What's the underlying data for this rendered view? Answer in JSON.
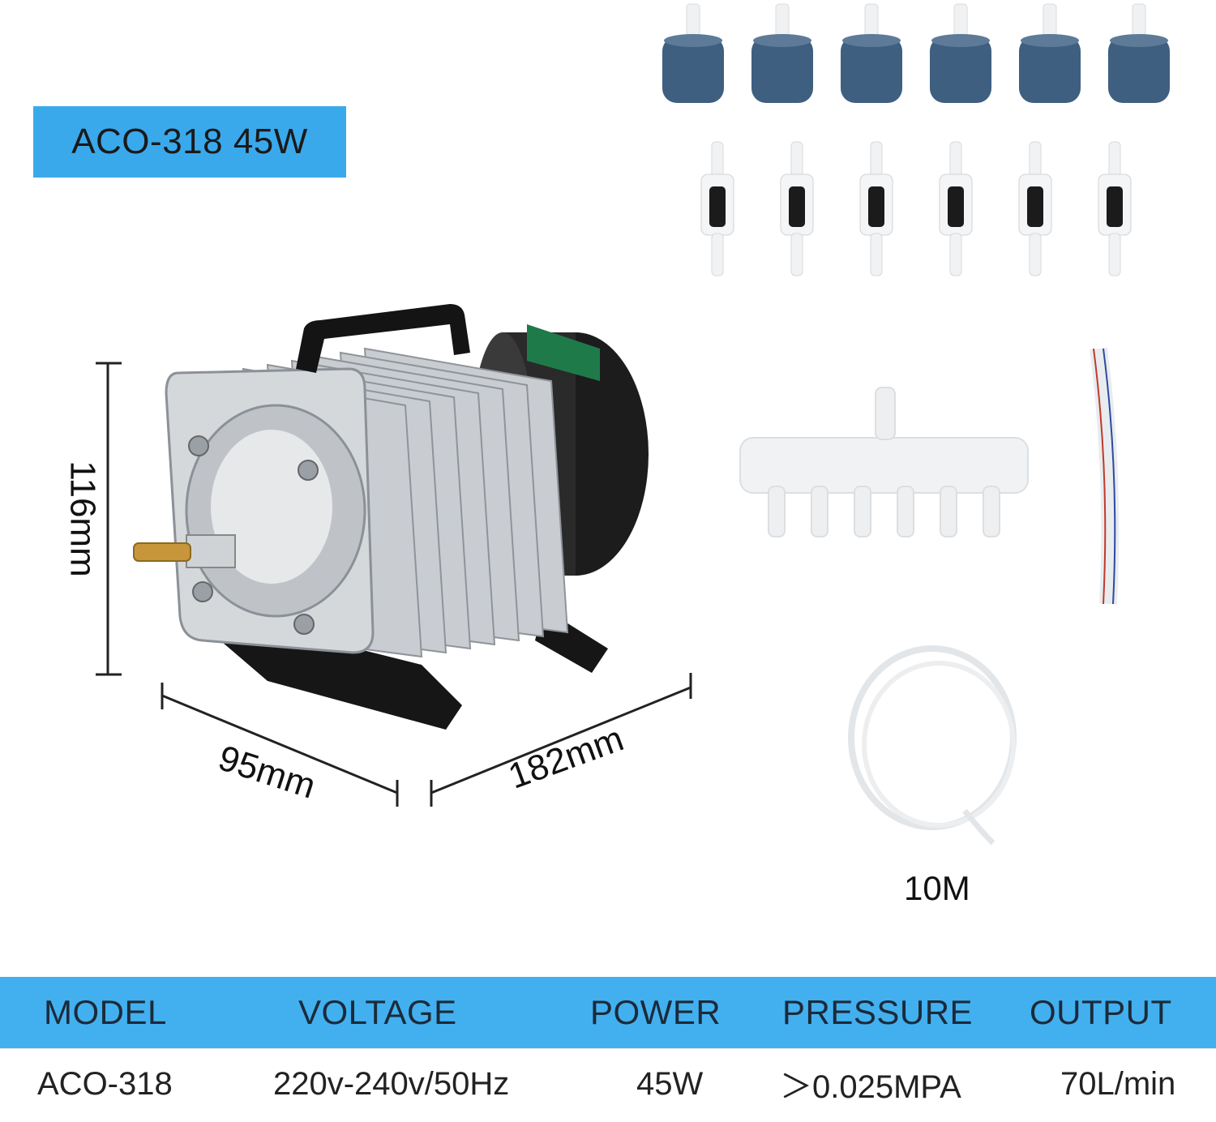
{
  "model_badge": "ACO-318 45W",
  "dimensions": {
    "height": "116mm",
    "depth": "95mm",
    "width": "182mm"
  },
  "tube_length": "10M",
  "spec_table": {
    "headers": [
      "MODEL",
      "VOLTAGE",
      "POWER",
      "PRESSURE",
      "OUTPUT"
    ],
    "values": [
      "ACO-318",
      "220v-240v/50Hz",
      "45W",
      "＞0.025MPA",
      "70L/min"
    ]
  },
  "colors": {
    "accent_blue": "#3aa9ec",
    "air_stone": "#3e5f80"
  },
  "accessories": {
    "air_stones": 6,
    "check_valves": 6,
    "manifold_outlets": 6
  }
}
